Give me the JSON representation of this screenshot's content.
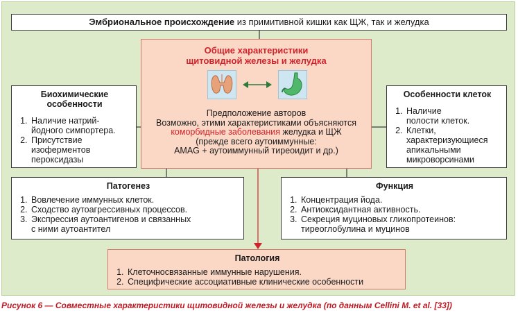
{
  "origin": {
    "bold": "Эмбриональное происхождение",
    "rest": " из примитивной кишки как ЩЖ, так и желудка"
  },
  "central": {
    "title_line1": "Общие характеристики",
    "title_line2": "щитовидной железы и желудка",
    "line1": "Предположение авторов",
    "line2": "Возможно, этими характеристиками объясняются",
    "line3_red": "коморбидные заболевания",
    "line3_rest": " желудка и ЩЖ",
    "line4": "(прежде всего аутоиммунные:",
    "line5": "AMAG + аутоиммунный тиреоидит и др.)",
    "icons": [
      "thyroid-icon",
      "double-arrow-icon",
      "stomach-icon"
    ]
  },
  "biochem": {
    "title_line1": "Биохимические",
    "title_line2": "особенности",
    "items": [
      [
        "Наличие натрий-",
        "йодного симпортера."
      ],
      [
        "Присутствие",
        "изоферментов",
        "пероксидазы"
      ]
    ]
  },
  "cells": {
    "title": "Особенности клеток",
    "items": [
      [
        "Наличие",
        "полости клеток."
      ],
      [
        "Клетки,",
        "характеризующиеся",
        "апикальными",
        "микроворсинами"
      ]
    ]
  },
  "pathogenesis": {
    "title": "Патогенез",
    "items": [
      [
        "Вовлечение иммунных клеток."
      ],
      [
        "Сходство аутоагрессивных процессов."
      ],
      [
        "Экспрессия аутоантигенов и связанных",
        "с ними аутоантител"
      ]
    ]
  },
  "function": {
    "title": "Функция",
    "items": [
      [
        "Концентрация йода."
      ],
      [
        "Антиоксидантная активность."
      ],
      [
        "Секреция муциновых гликопротеинов:",
        "тиреоглобулина и муцинов"
      ]
    ]
  },
  "pathology": {
    "title": "Патология",
    "items": [
      [
        "Клеточносвязанные иммунные нарушения."
      ],
      [
        "Специфические ассоциативные клинические особенности"
      ]
    ]
  },
  "caption": "Рисунок 6 — Совместные характеристики щитовидной железы и желудка (по данным Cellini M. et al. [33])",
  "colors": {
    "panel_bg": "#ddebcb",
    "accent_red": "#d0232b",
    "central_bg": "#fbd7c6",
    "icon_bg": "#cde6f2",
    "thyroid": "#e8a27a",
    "stomach": "#4fb86a",
    "arrow": "#2f7a3a",
    "connector": "#d0232b"
  }
}
